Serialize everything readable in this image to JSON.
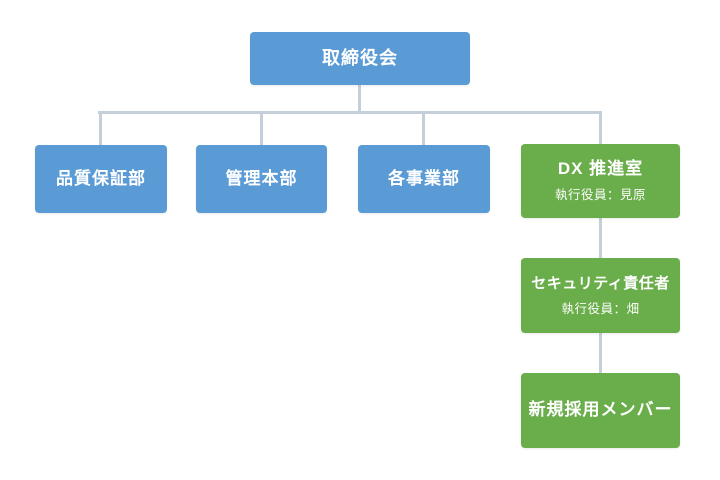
{
  "diagram": {
    "type": "org-chart",
    "colors": {
      "primary_blue": "#5b9bd5",
      "accent_green": "#6aad4b",
      "connector_gray": "#c5cfd9",
      "text_white": "#ffffff",
      "background": "#ffffff"
    },
    "nodes": {
      "board": {
        "label": "取締役会"
      },
      "qa": {
        "label": "品質保証部"
      },
      "admin": {
        "label": "管理本部"
      },
      "business": {
        "label": "各事業部"
      },
      "dx": {
        "label": "DX 推進室",
        "subtitle": "執行役員：見原"
      },
      "security": {
        "label": "セキュリティ責任者",
        "subtitle": "執行役員：畑"
      },
      "newhires": {
        "label": "新規採用メンバー"
      }
    },
    "edges": [
      {
        "from": "board",
        "to": "qa"
      },
      {
        "from": "board",
        "to": "admin"
      },
      {
        "from": "board",
        "to": "business"
      },
      {
        "from": "board",
        "to": "dx"
      },
      {
        "from": "dx",
        "to": "security"
      },
      {
        "from": "security",
        "to": "newhires"
      }
    ]
  }
}
